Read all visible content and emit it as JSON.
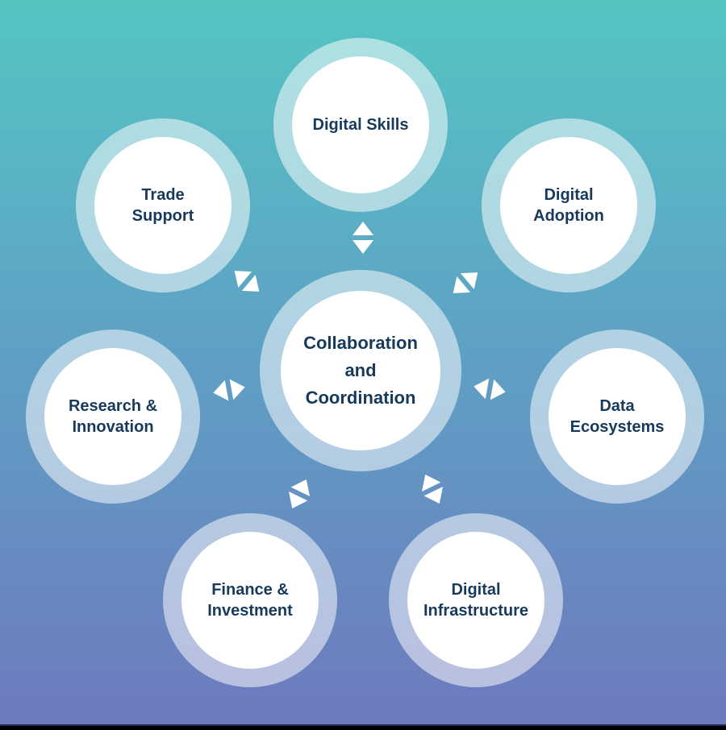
{
  "diagram": {
    "title_implicit": "Digital economy pillars radial diagram",
    "center": {
      "id": "collaboration-and-coordination",
      "label": "Collaboration and Coordination",
      "lines": [
        "Collaboration",
        "and",
        "Coordination"
      ]
    },
    "nodes": [
      {
        "id": "digital-skills",
        "label": "Digital Skills",
        "lines": [
          "Digital Skills"
        ]
      },
      {
        "id": "trade-support",
        "label": "Trade Support",
        "lines": [
          "Trade",
          "Support"
        ]
      },
      {
        "id": "digital-adoption",
        "label": "Digital Adoption",
        "lines": [
          "Digital",
          "Adoption"
        ]
      },
      {
        "id": "research-innovation",
        "label": "Research & Innovation",
        "lines": [
          "Research &",
          "Innovation"
        ]
      },
      {
        "id": "data-ecosystems",
        "label": "Data Ecosystems",
        "lines": [
          "Data",
          "Ecosystems"
        ]
      },
      {
        "id": "finance-investment",
        "label": "Finance & Investment",
        "lines": [
          "Finance &",
          "Investment"
        ]
      },
      {
        "id": "digital-infrastructure",
        "label": "Digital Infrastructure",
        "lines": [
          "Digital",
          "Infrastructure"
        ]
      }
    ],
    "connections": [
      {
        "from": "collaboration-and-coordination",
        "to": "digital-skills",
        "type": "bidirectional"
      },
      {
        "from": "collaboration-and-coordination",
        "to": "trade-support",
        "type": "bidirectional"
      },
      {
        "from": "collaboration-and-coordination",
        "to": "digital-adoption",
        "type": "bidirectional"
      },
      {
        "from": "collaboration-and-coordination",
        "to": "research-innovation",
        "type": "bidirectional"
      },
      {
        "from": "collaboration-and-coordination",
        "to": "data-ecosystems",
        "type": "bidirectional"
      },
      {
        "from": "collaboration-and-coordination",
        "to": "finance-investment",
        "type": "bidirectional"
      },
      {
        "from": "collaboration-and-coordination",
        "to": "digital-infrastructure",
        "type": "bidirectional"
      }
    ],
    "colors": {
      "background_gradient_top": "#54c5c3",
      "background_gradient_mid": "#5f9fc4",
      "background_gradient_bottom": "#6e79be",
      "ring": "rgba(255,255,255,0.52)",
      "circle_fill": "#ffffff",
      "label_text": "#173a5c",
      "arrow": "#ffffff",
      "footer_line": "#202b55",
      "footer_bar": "#000000"
    }
  }
}
